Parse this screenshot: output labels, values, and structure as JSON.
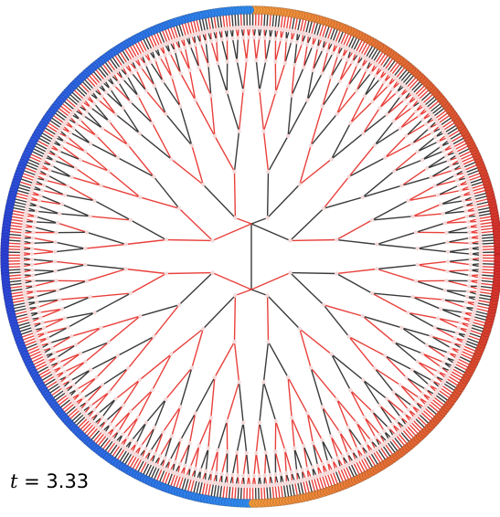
{
  "figure": {
    "time_var": "t",
    "time_eq": " = ",
    "time_value": "3.33"
  },
  "tree": {
    "type": "radial-binary-tree",
    "depth": 7,
    "leaf_count": 128,
    "edge_colors": {
      "a": "#3a3a3a",
      "b": "#e8413c"
    },
    "leaf_palette": {
      "top_left": "#2f8cf0",
      "left": "#2c3fd6",
      "top_right": "#f39a3c",
      "right": "#d42a2a"
    },
    "internal_node_color": "#f5dada"
  }
}
